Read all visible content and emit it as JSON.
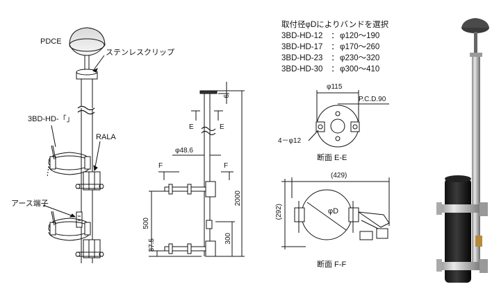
{
  "left_figure": {
    "labels": {
      "pdce": "PDCE",
      "clip": "ステンレスクリップ",
      "band": "3BD-HD-「」",
      "rala": "RALA",
      "earth": "アース端子"
    }
  },
  "middle_figure": {
    "dims": {
      "d6": "6",
      "e_left": "E",
      "e_right": "E",
      "phi48": "φ48.6",
      "f_left": "F",
      "f_right": "F",
      "h2000": "2000",
      "h500": "500",
      "h37": "37.5",
      "h300": "300"
    }
  },
  "spec_table": {
    "title": "取付径φDによりバンドを選択",
    "rows": [
      {
        "code": "3BD-HD-12",
        "sep": "：",
        "range": "φ120～190"
      },
      {
        "code": "3BD-HD-17",
        "sep": "：",
        "range": "φ170～260"
      },
      {
        "code": "3BD-HD-23",
        "sep": "：",
        "range": "φ230～320"
      },
      {
        "code": "3BD-HD-30",
        "sep": "：",
        "range": "φ300～410"
      }
    ]
  },
  "section_ee": {
    "d115": "φ115",
    "pcd": "P.C.D.90",
    "holes": "4－φ12",
    "caption": "断面 E-E"
  },
  "section_ff": {
    "w429": "(429)",
    "h292": "(292)",
    "phid": "φD",
    "caption": "断面 F-F"
  }
}
